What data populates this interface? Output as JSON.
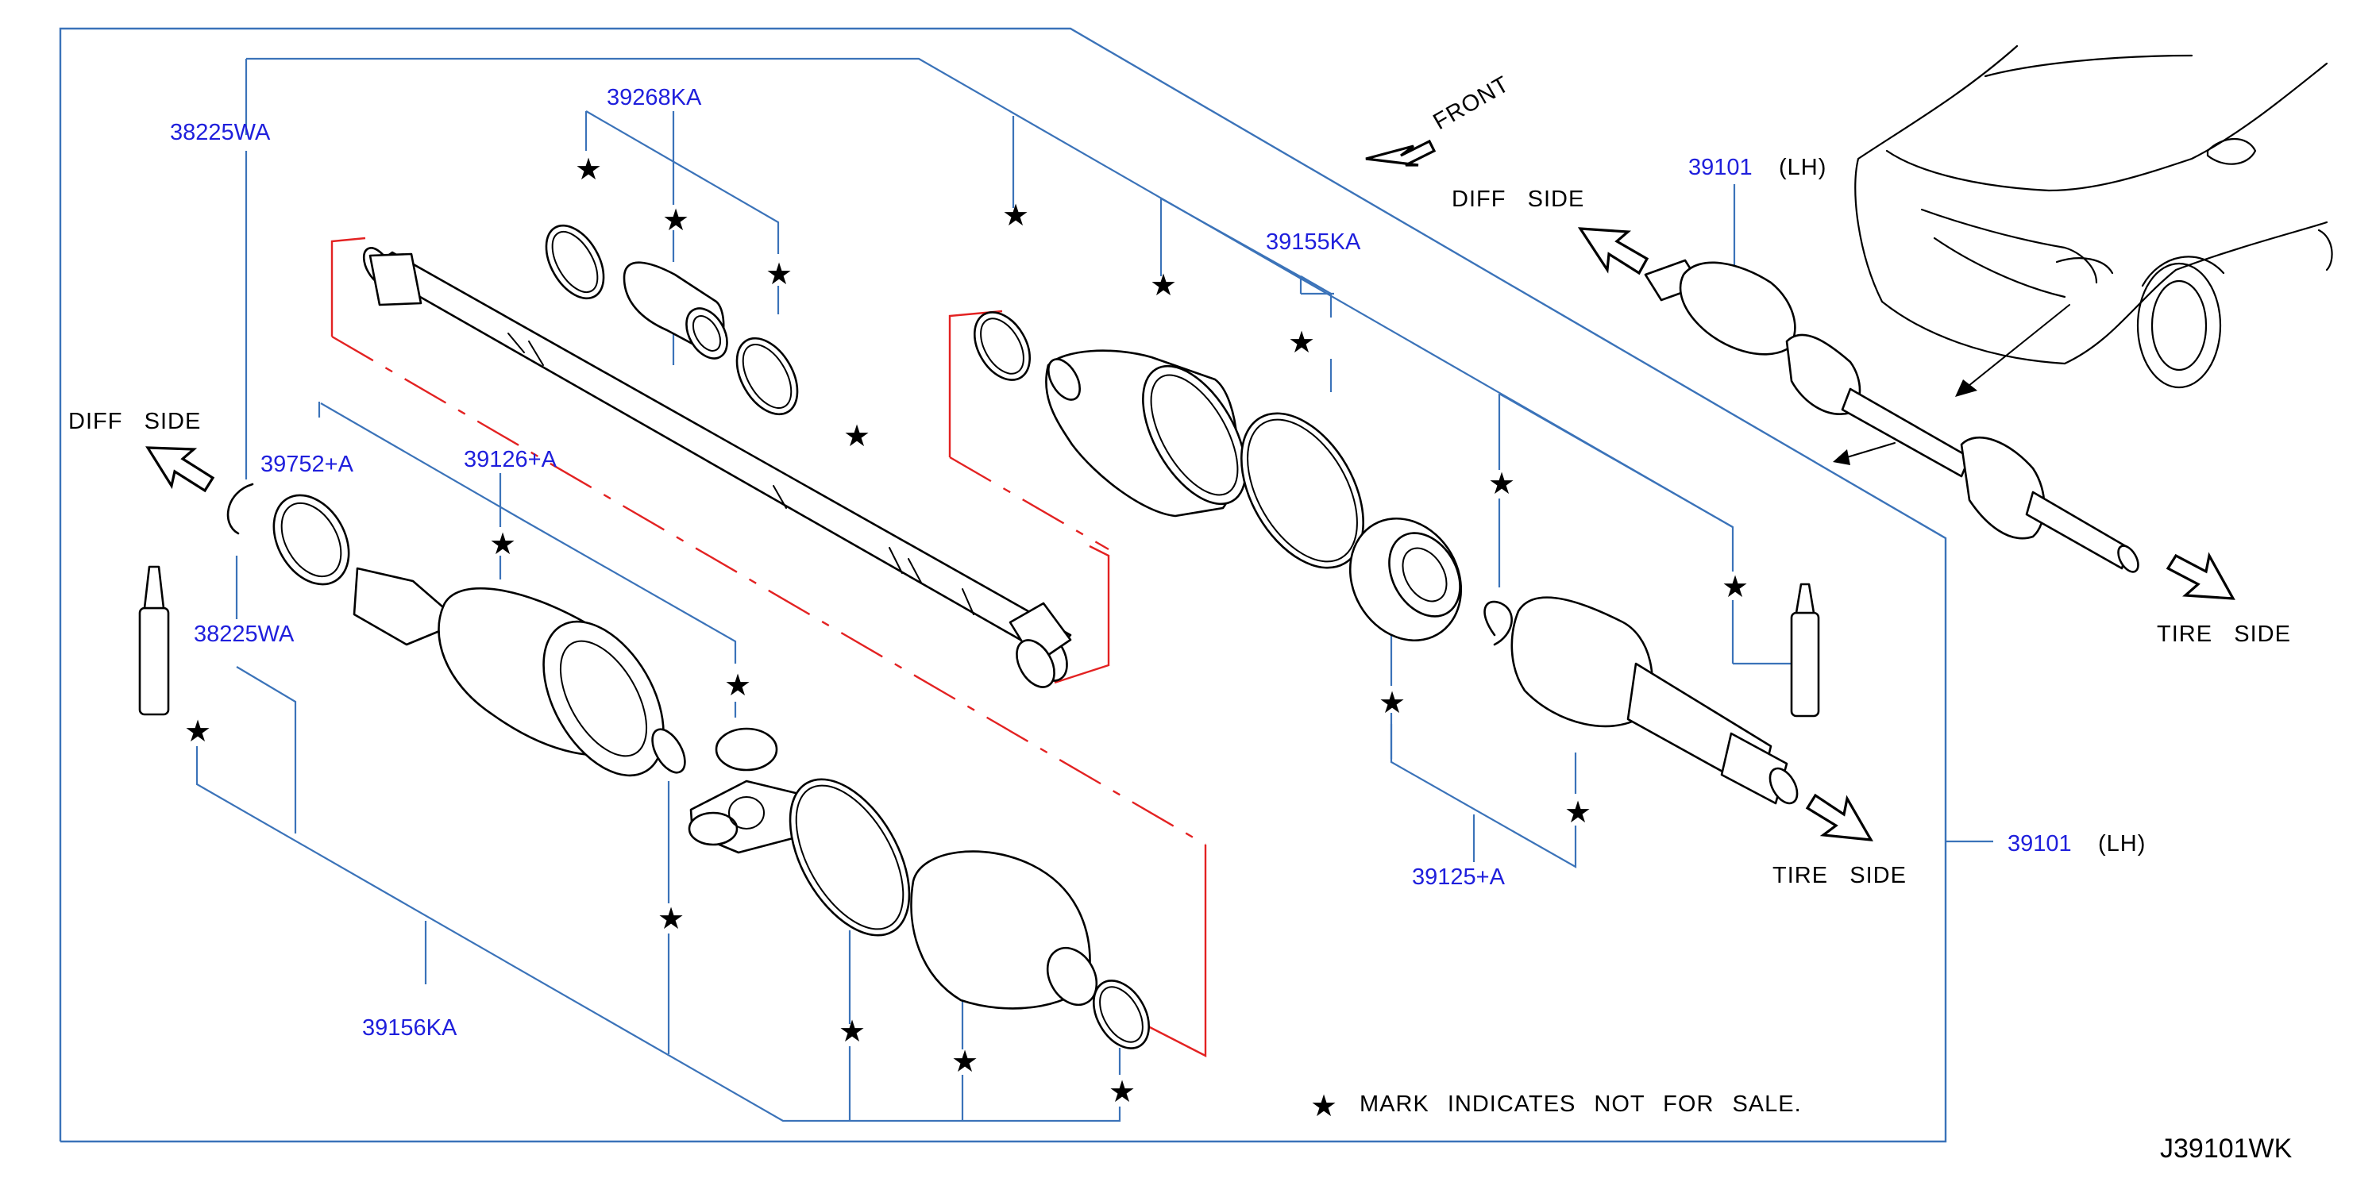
{
  "part_numbers": {
    "p38225wa_top": "38225WA",
    "p39268ka": "39268KA",
    "p39155ka": "39155KA",
    "p39101_car": "39101",
    "p39101_car_side": "(LH)",
    "p39752a": "39752+A",
    "p39126a": "39126+A",
    "p38225wa_bottom": "38225WA",
    "p39156ka": "39156KA",
    "p39125a": "39125+A",
    "p39101_main": "39101",
    "p39101_main_side": "(LH)"
  },
  "labels": {
    "front": "FRONT",
    "diff_side_left": "DIFF   SIDE",
    "diff_side_car": "DIFF   SIDE",
    "tire_side_center": "TIRE   SIDE",
    "tire_side_car": "TIRE   SIDE"
  },
  "star_glyph": "★",
  "legend_note": "MARK INDICATES NOT FOR SALE.",
  "drawing_ref": "J39101WK",
  "colors": {
    "part_number": "#1f1fdc",
    "leader_line": "#3b73b9",
    "section_line": "#e32222",
    "outline": "#000000"
  }
}
